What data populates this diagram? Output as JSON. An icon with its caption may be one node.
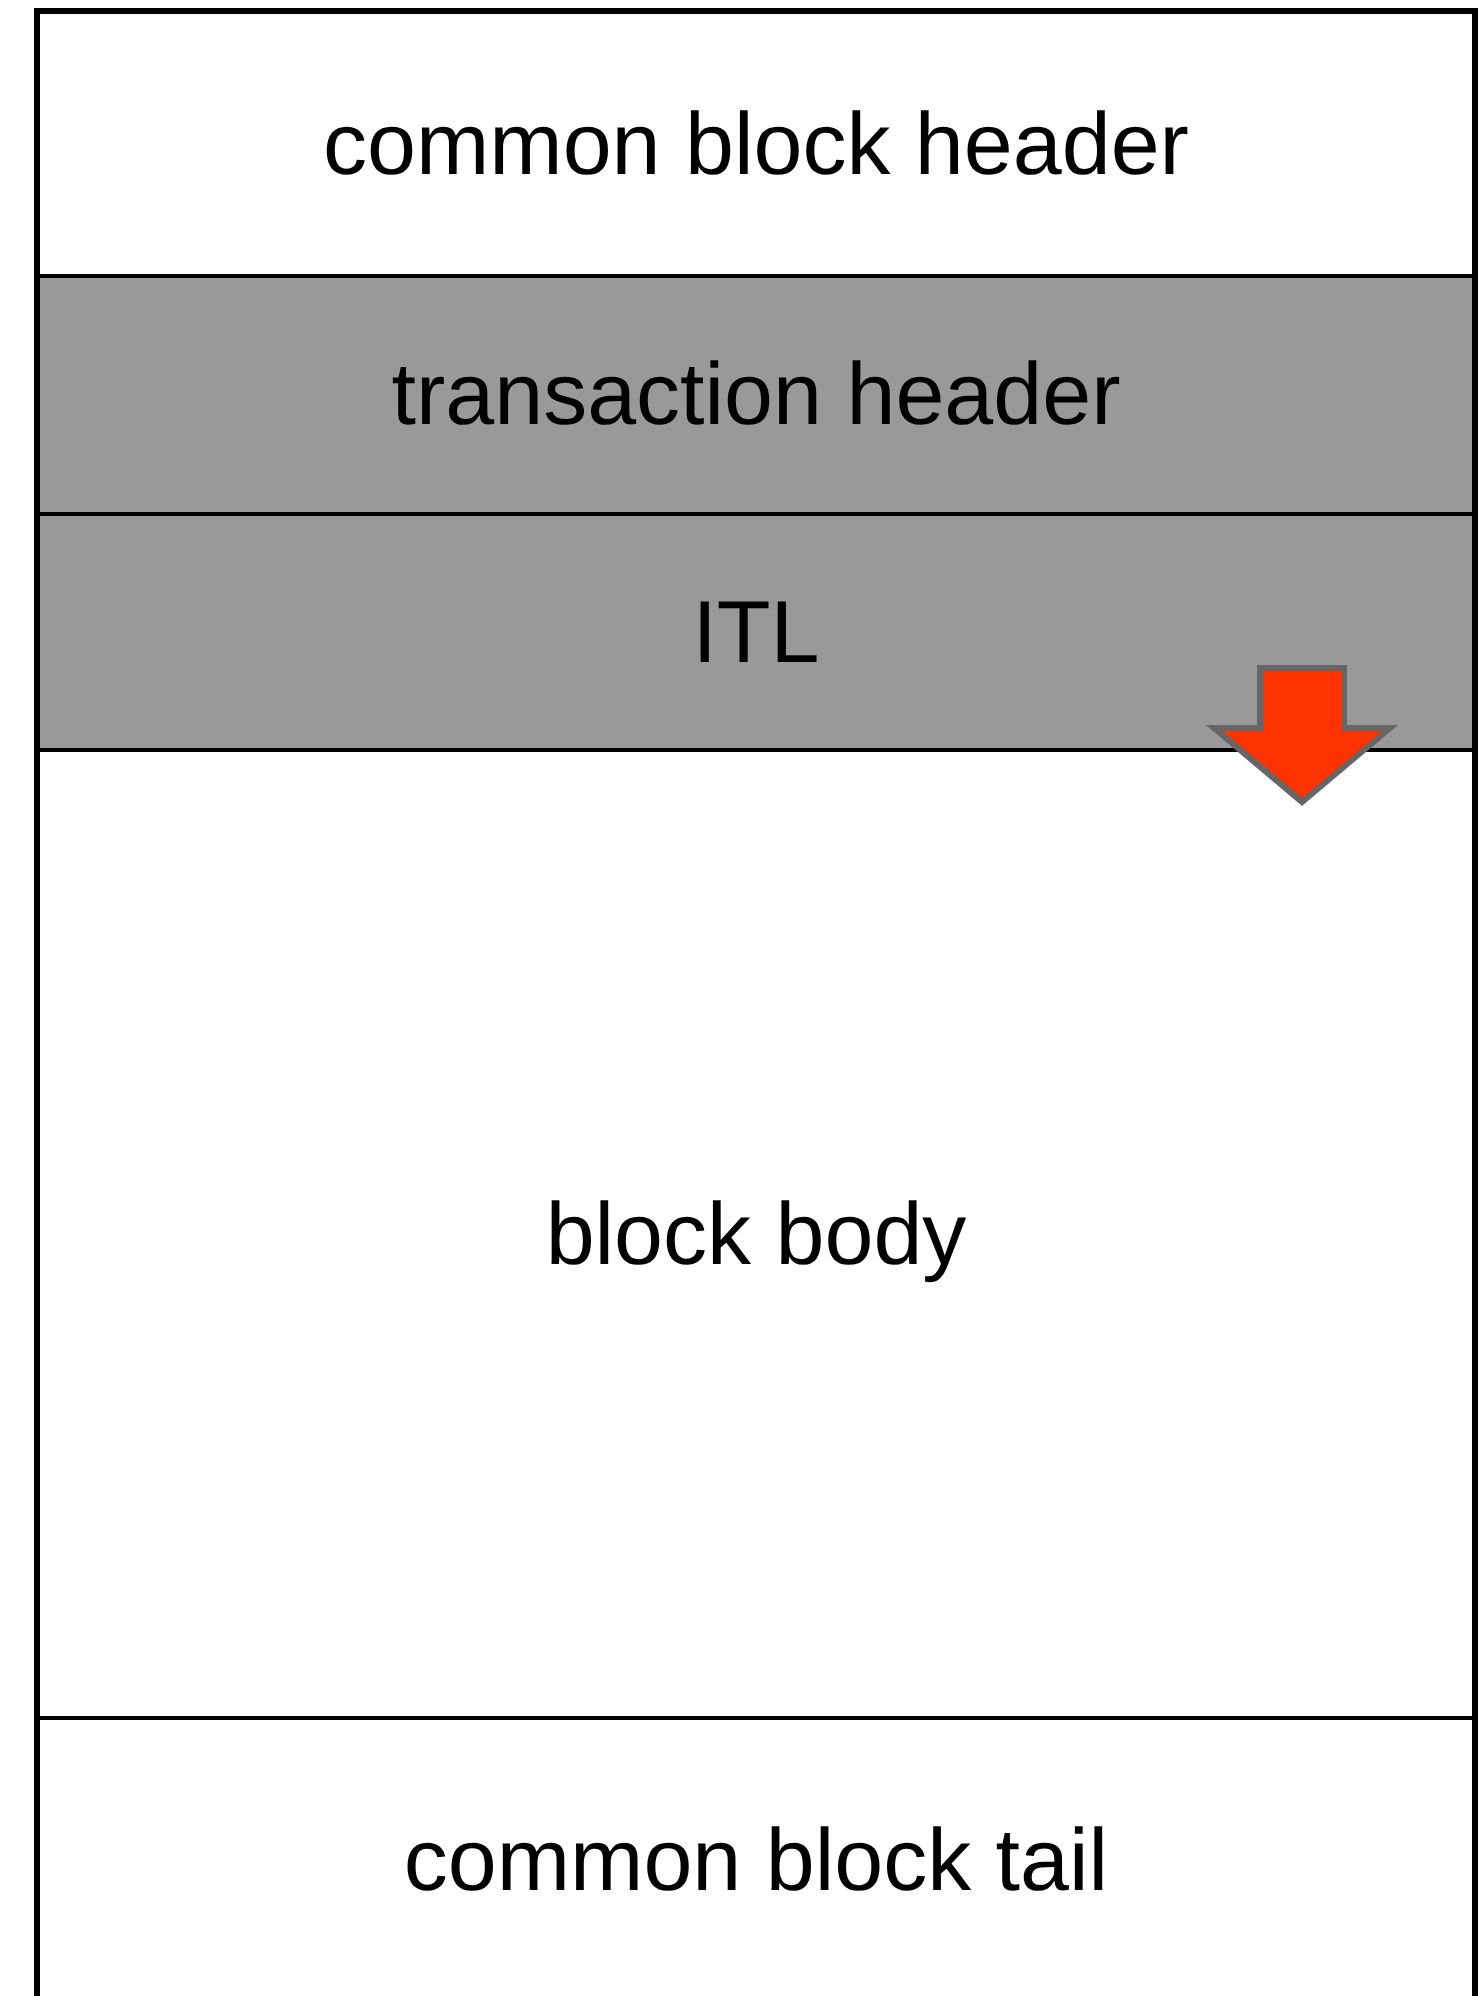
{
  "diagram": {
    "nodes": [
      {
        "text": [
          "common block header"
        ]
      },
      {
        "text": [
          "transaction header"
        ]
      },
      {
        "text": [
          "ITL"
        ]
      },
      {
        "text": [
          "block body"
        ]
      },
      {
        "text": [
          "common block tail"
        ]
      }
    ],
    "edges": [
      {
        "from": 2,
        "to": 3,
        "arrow": "to"
      }
    ]
  }
}
